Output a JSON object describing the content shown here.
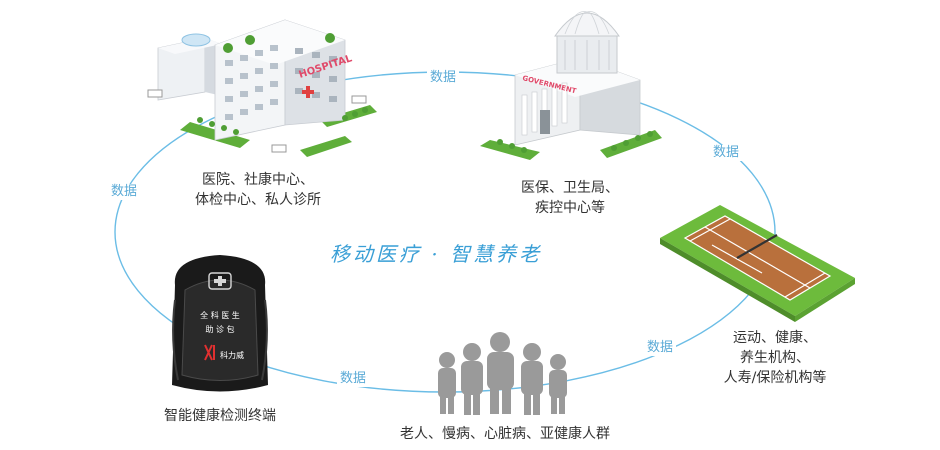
{
  "center_slogan": "移动医疗 · 智慧养老",
  "connector_label": "数据",
  "nodes": {
    "hospital": {
      "line1": "医院、社康中心、",
      "line2": "体检中心、私人诊所",
      "sign": "HOSPITAL"
    },
    "government": {
      "line1": "医保、卫生局、",
      "line2": "疾控中心等",
      "sign": "GOVERNMENT"
    },
    "fitness": {
      "line1": "运动、健康、",
      "line2": "养生机构、",
      "line3": "人寿/保险机构等"
    },
    "people": {
      "line1": "老人、慢病、心脏病、亚健康人群"
    },
    "terminal": {
      "line1": "智能健康检测终端",
      "bag_line1": "全 科 医 生",
      "bag_line2": "助 诊 包",
      "brand": "科力威"
    }
  },
  "colors": {
    "ring": "#6bbde6",
    "text": "#333333",
    "accent": "#3a9fd6",
    "court_green": "#6dbb3c",
    "court_clay": "#b9703c",
    "people_gray": "#9a9a9a",
    "bag_black": "#1a1a1a"
  }
}
